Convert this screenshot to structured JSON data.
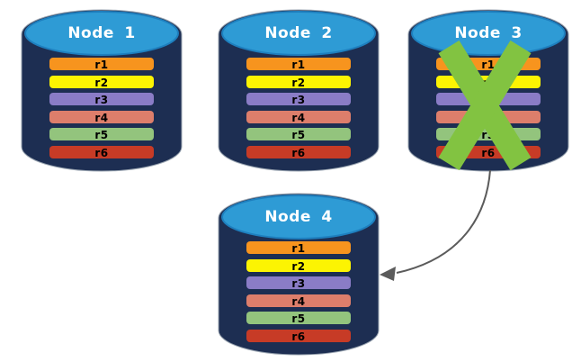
{
  "diagram": {
    "background": "#FFFFFF",
    "nodes": [
      {
        "label": "Node 1",
        "failed": false
      },
      {
        "label": "Node 2",
        "failed": false
      },
      {
        "label": "Node 3",
        "failed": true
      },
      {
        "label": "Node 4",
        "failed": false
      }
    ],
    "records": [
      {
        "label": "r1",
        "color": "#F7941E"
      },
      {
        "label": "r2",
        "color": "#FCF402"
      },
      {
        "label": "r3",
        "color": "#8A7CC6"
      },
      {
        "label": "r4",
        "color": "#DD7E6B"
      },
      {
        "label": "r5",
        "color": "#93C47D"
      },
      {
        "label": "r6",
        "color": "#C73B26"
      }
    ],
    "colors": {
      "cylinder_body": "#1D2E52",
      "cylinder_top": "#2E9BD5",
      "fail_x": "#82C341",
      "arrow": "#5B5B5B",
      "node_label_text": "#FFFFFF",
      "record_label_text": "#000000"
    },
    "arrow": {
      "from": "Node 3",
      "to": "Node 4"
    }
  }
}
